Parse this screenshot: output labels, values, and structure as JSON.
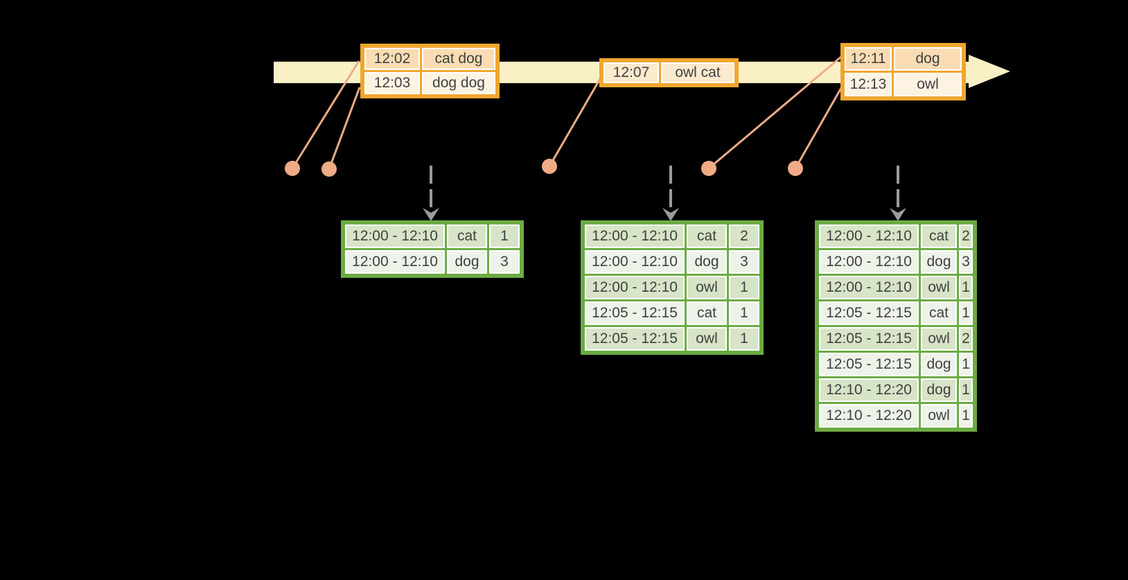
{
  "colors": {
    "background": "#000000",
    "timeline_fill": "#FAF0C6",
    "orange_border": "#F0A62E",
    "event_row_dark": "#FADCB4",
    "event_row_light": "#FDF3E2",
    "event_row_mid": "#FCEACF",
    "connector": "#EFAB85",
    "dashed_arrow": "#9C9C9C",
    "green_border": "#6CAB44",
    "result_row_dark": "#D7E4C7",
    "result_row_light": "#EEF3EA",
    "text": "#404040"
  },
  "icons": {
    "timeline_arrow": "right-arrow",
    "trigger_arrow": "dashed-down-arrow",
    "event_marker": "dot"
  },
  "event_tables": [
    {
      "rows": [
        {
          "time": "12:02",
          "words": "cat dog"
        },
        {
          "time": "12:03",
          "words": "dog dog"
        }
      ]
    },
    {
      "rows": [
        {
          "time": "12:07",
          "words": "owl cat"
        }
      ]
    },
    {
      "rows": [
        {
          "time": "12:11",
          "words": "dog"
        },
        {
          "time": "12:13",
          "words": "owl"
        }
      ]
    }
  ],
  "result_tables": [
    {
      "rows": [
        {
          "window": "12:00 - 12:10",
          "word": "cat",
          "count": "1"
        },
        {
          "window": "12:00 - 12:10",
          "word": "dog",
          "count": "3"
        }
      ]
    },
    {
      "rows": [
        {
          "window": "12:00 - 12:10",
          "word": "cat",
          "count": "2"
        },
        {
          "window": "12:00 - 12:10",
          "word": "dog",
          "count": "3"
        },
        {
          "window": "12:00 - 12:10",
          "word": "owl",
          "count": "1"
        },
        {
          "window": "12:05 - 12:15",
          "word": "cat",
          "count": "1"
        },
        {
          "window": "12:05 - 12:15",
          "word": "owl",
          "count": "1"
        }
      ]
    },
    {
      "rows": [
        {
          "window": "12:00 - 12:10",
          "word": "cat",
          "count": "2"
        },
        {
          "window": "12:00 - 12:10",
          "word": "dog",
          "count": "3"
        },
        {
          "window": "12:00 - 12:10",
          "word": "owl",
          "count": "1"
        },
        {
          "window": "12:05 - 12:15",
          "word": "cat",
          "count": "1"
        },
        {
          "window": "12:05 - 12:15",
          "word": "owl",
          "count": "2"
        },
        {
          "window": "12:05 - 12:15",
          "word": "dog",
          "count": "1"
        },
        {
          "window": "12:10 - 12:20",
          "word": "dog",
          "count": "1"
        },
        {
          "window": "12:10 - 12:20",
          "word": "owl",
          "count": "1"
        }
      ]
    }
  ]
}
